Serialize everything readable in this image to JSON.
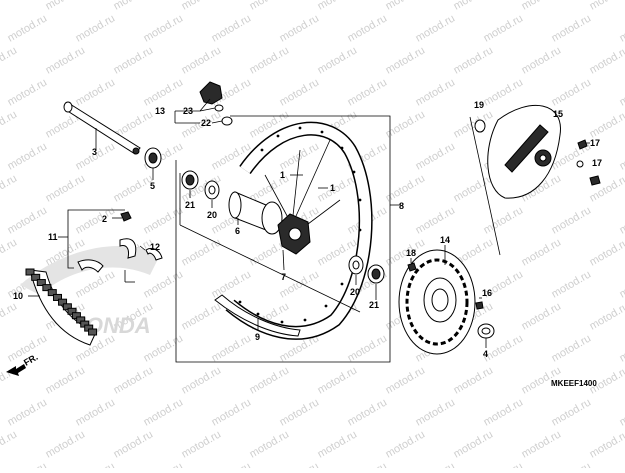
{
  "watermark": "motod.ru",
  "brand_text": "HONDA",
  "diagram_code": "MKEEF1400",
  "direction_label": "FR.",
  "colors": {
    "ink": "#000000",
    "watermark": "#cfcfcf",
    "part_fill": "#ffffff",
    "dark_part": "#2a2a2a"
  },
  "labels": {
    "p1a": "1",
    "p1b": "1",
    "p2": "2",
    "p3": "3",
    "p4": "4",
    "p5": "5",
    "p6": "6",
    "p7": "7",
    "p8": "8",
    "p9": "9",
    "p10": "10",
    "p11": "11",
    "p12": "12",
    "p13": "13",
    "p14": "14",
    "p15": "15",
    "p16": "16",
    "p17a": "17",
    "p17b": "17",
    "p18": "18",
    "p19": "19",
    "p20a": "20",
    "p20b": "20",
    "p21a": "21",
    "p21b": "21",
    "p22": "22",
    "p23": "23"
  }
}
